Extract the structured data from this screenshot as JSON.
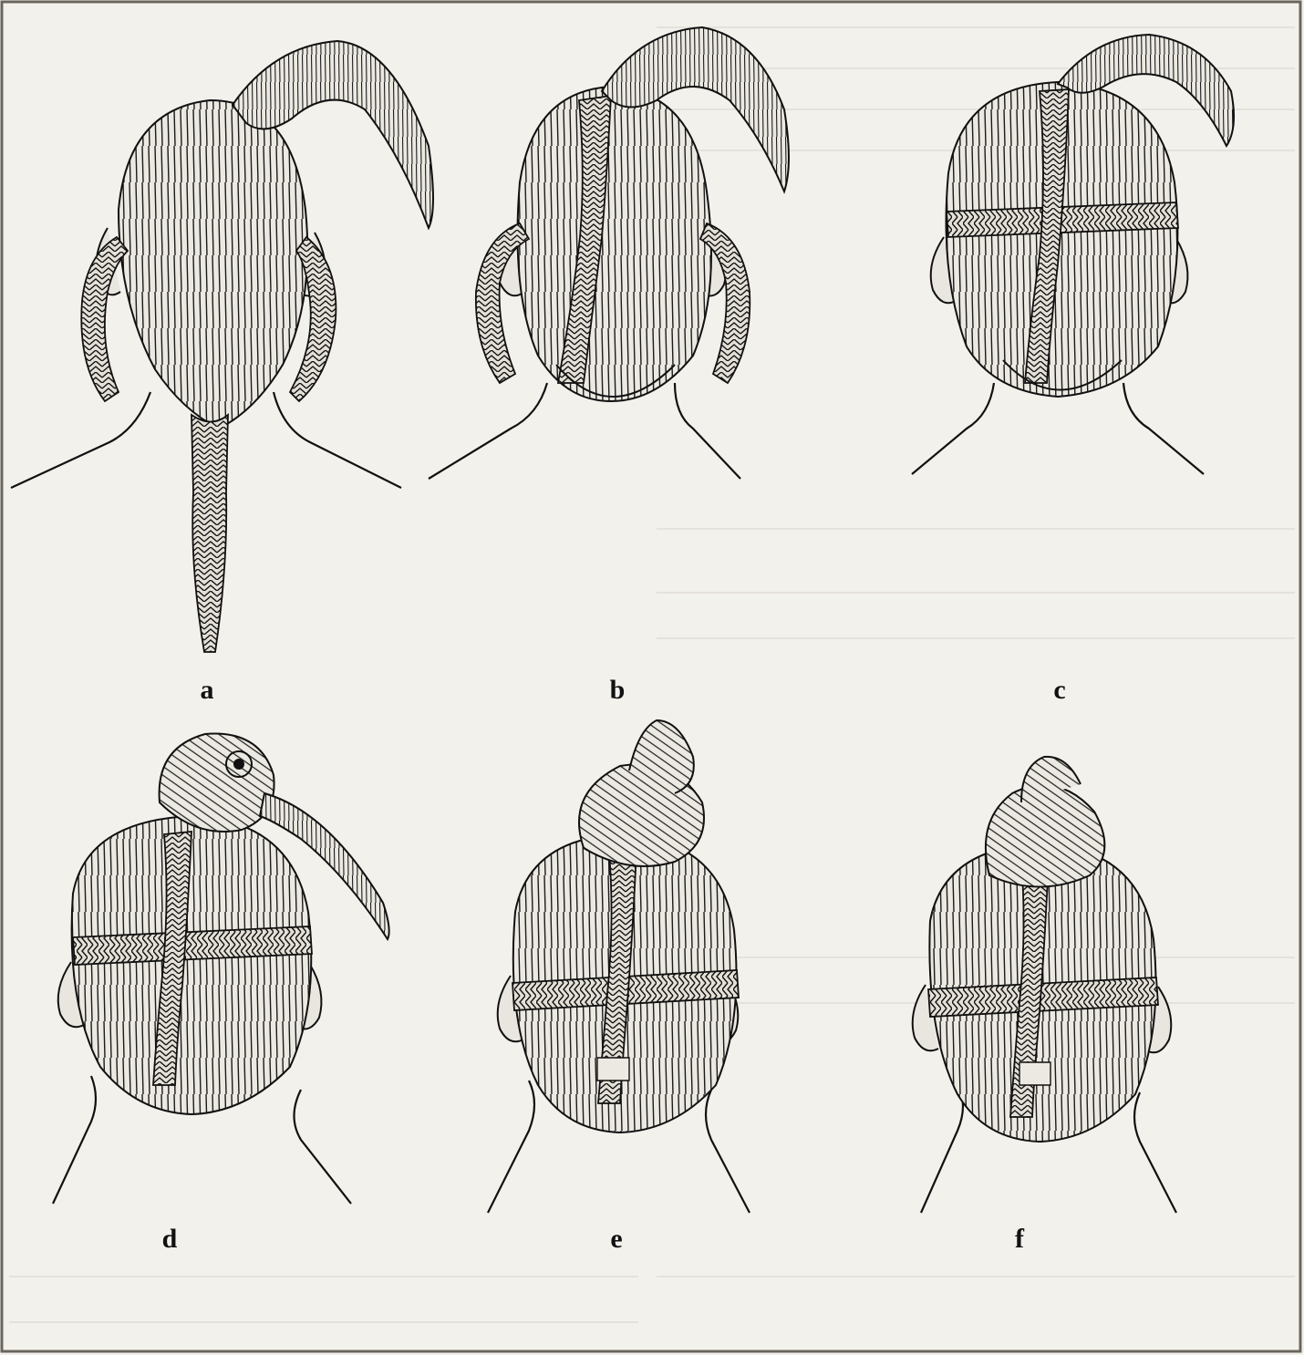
{
  "figure": {
    "panels": [
      {
        "id": "a",
        "label": "a"
      },
      {
        "id": "b",
        "label": "b"
      },
      {
        "id": "c",
        "label": "c"
      },
      {
        "id": "d",
        "label": "d"
      },
      {
        "id": "e",
        "label": "e"
      },
      {
        "id": "f",
        "label": "f"
      }
    ]
  },
  "colors": {
    "paper": "#f3f1ec",
    "ink": "#111111"
  }
}
